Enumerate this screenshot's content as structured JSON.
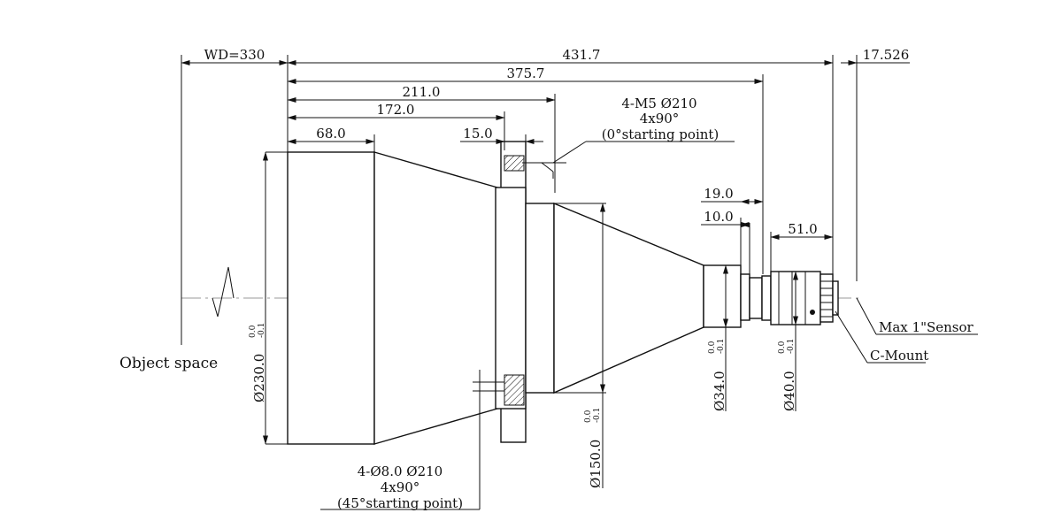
{
  "dimensions": {
    "wd": "WD=330",
    "total": "431.7",
    "flange_offset": "17.526",
    "d375": "375.7",
    "d211": "211.0",
    "d172": "172.0",
    "d68": "68.0",
    "d15": "15.0",
    "d19": "19.0",
    "d10": "10.0",
    "d51": "51.0",
    "dia230": "Ø230.0",
    "dia150": "Ø150.0",
    "dia34": "Ø34.0",
    "dia40": "Ø40.0",
    "tol_upper": "0.0",
    "tol_lower": "-0.1"
  },
  "notes": {
    "top_line1": "4-M5 Ø210",
    "top_line2": "4x90°",
    "top_line3": "(0°starting  point)",
    "bottom_line1": "4-Ø8.0 Ø210",
    "bottom_line2": "4x90°",
    "bottom_line3": "(45°starting  point)"
  },
  "labels": {
    "object_space": "Object  space",
    "sensor": "Max 1\"Sensor",
    "mount": "C-Mount"
  }
}
